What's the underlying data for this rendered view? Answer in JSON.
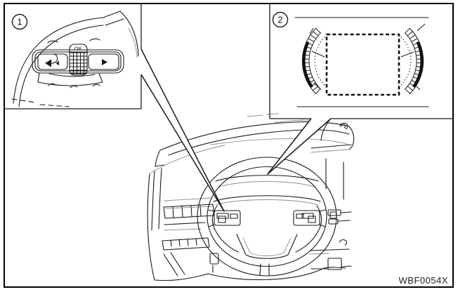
{
  "figure": {
    "code": "WBF0054X",
    "background_color": "#ffffff",
    "line_color": "#1a1a1a"
  },
  "callouts": {
    "one": {
      "number": "1"
    },
    "two": {
      "number": "2"
    }
  },
  "steering_switches": {
    "ok_label": "OK"
  }
}
